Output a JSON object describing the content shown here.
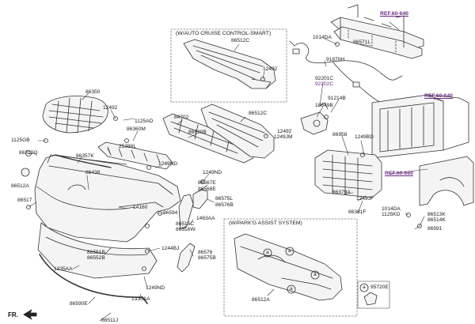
{
  "colors": {
    "line": "#333333",
    "part_fill": "#f4f4f4",
    "ref_link": "#6b2a84",
    "box_border": "#777777"
  },
  "boxes": {
    "cruise_title": "(W/AUTO CRUISE CONTROL-SMART)",
    "park_title": "(W/PARK'G ASSIST SYSTEM)"
  },
  "refs": {
    "r1": "REF.60-640",
    "r2": "REF.60-640",
    "r3": "REF.60-660"
  },
  "front_marker": "FR.",
  "labels": {
    "p86512c_top": "86512C",
    "p12492_top": "12492",
    "p1014da_top": "1014DA",
    "p86571l": "86571L",
    "p91870h": "91870H",
    "p92201c": "92201C",
    "p92202c": "92202C",
    "p91214b": "91214B",
    "p18649b": "18649B",
    "p86350": "86350",
    "p12492_grille": "12492",
    "p1125ad": "1125AD",
    "p86360m": "86360M",
    "p84702": "84702",
    "p86520b": "86520B",
    "p86512c_mid": "86512C",
    "p12492_mid": "12492",
    "p1249jm": "1249JM",
    "p86958": "86958",
    "p1249bd": "1249BD",
    "p1125gb": "1125GB",
    "p86310q": "86310Q",
    "p25388l": "25388L",
    "p86357k": "86357K",
    "p1249nd_a": "1249ND",
    "p1249nd_b": "1249ND",
    "p86438": "86438",
    "p86567e": "86567E",
    "p86568e": "86568E",
    "p86512a_left": "86512A",
    "p86575l": "86575L",
    "p86576b": "86576B",
    "p86379a": "86379A",
    "p1249jf": "1249JF",
    "p86517": "86517",
    "p14160": "14160",
    "p86594": "86594",
    "p1463aa": "1463AA",
    "p86381f": "86381F",
    "p1014da_right": "1014DA",
    "p1125kd": "1125KD",
    "p86513k": "86513K",
    "p86514k": "86514K",
    "p86591": "86591",
    "p86515c": "86515C",
    "p86516w": "86516W",
    "p86551b": "86551B",
    "p86552b": "86552B",
    "p1244bj": "1244BJ",
    "p86576": "86576",
    "p86575b": "86575B",
    "p1335aa_a": "1335AA",
    "p1249nd_c": "1249ND",
    "p1335aa_b": "1335AA",
    "p86590e": "86590E",
    "p86511j": "86511J",
    "p86512a_box": "86512A",
    "p95720e": "95720E",
    "circle_a": "a"
  }
}
